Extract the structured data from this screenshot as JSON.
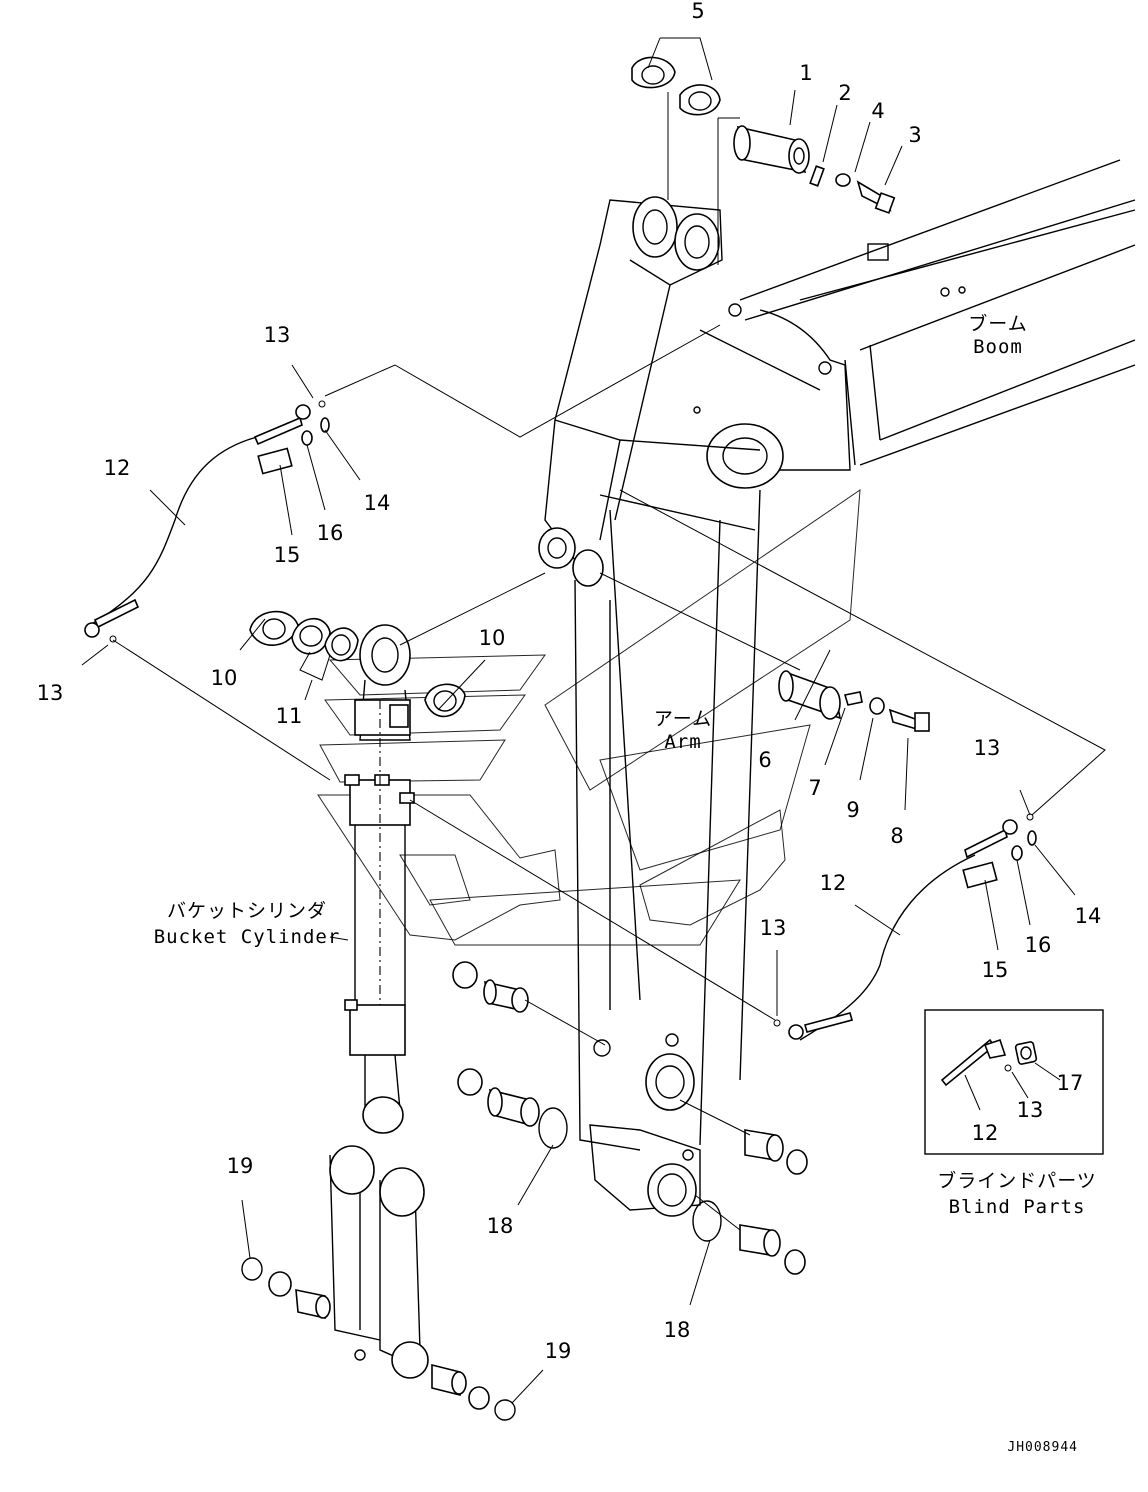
{
  "diagram": {
    "part_numbers": [
      "1",
      "2",
      "3",
      "4",
      "5",
      "6",
      "7",
      "8",
      "9",
      "10",
      "10",
      "11",
      "12",
      "12",
      "12",
      "13",
      "13",
      "13",
      "13",
      "13",
      "14",
      "14",
      "15",
      "15",
      "16",
      "16",
      "17",
      "18",
      "18",
      "19",
      "19"
    ],
    "labels": {
      "boom_jp": "ブーム",
      "boom_en": "Boom",
      "arm_jp": "アーム",
      "arm_en": "Arm",
      "bucket_cylinder_jp": "バケットシリンダ",
      "bucket_cylinder_en": "Bucket Cylinder",
      "blind_parts_jp": "ブラインドパーツ",
      "blind_parts_en": "Blind Parts"
    },
    "drawing_code": "JH008944"
  }
}
